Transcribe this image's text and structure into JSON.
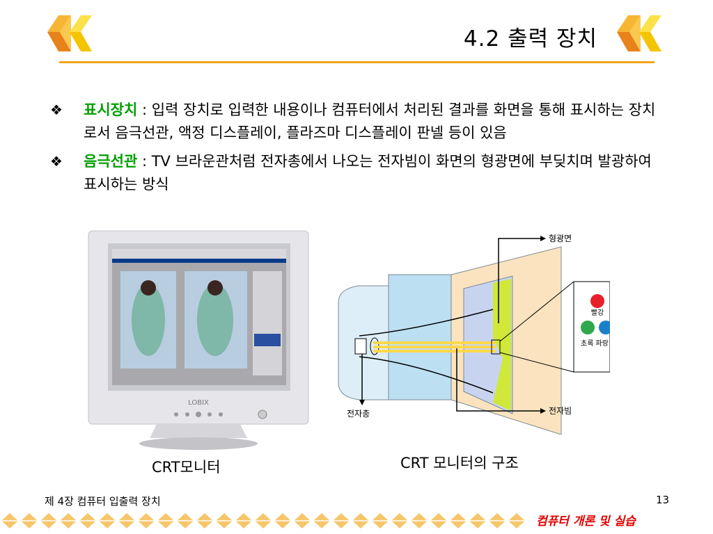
{
  "slide": {
    "title": "4.2 출력 장치",
    "bullets": [
      {
        "key": "표시장치",
        "text": " : 입력 장치로 입력한 내용이나 컴퓨터에서 처리된 결과를 화면을 통해 표시하는 장치로서 음극선관, 액정 디스플레이, 플라즈마 디스플레이 판넬 등이 있음"
      },
      {
        "key": "음극선관",
        "text": " : TV 브라운관처럼 전자총에서 나오는 전자빔이 화면의 형광면에 부딪치며 발광하여 표시하는 방식"
      }
    ],
    "bullet_symbol": "❖"
  },
  "monitor": {
    "brand": "LOBIX",
    "caption": "CRT모니터"
  },
  "crt_diagram": {
    "caption": "CRT 모니터의 구조",
    "labels": {
      "screen": "형광면",
      "gun": "전자총",
      "beam": "전자빔",
      "red": "빨강",
      "green_blue": "초록  파랑"
    },
    "colors": {
      "red": "#e8202a",
      "green": "#2ea84a",
      "blue": "#1a7fc8"
    }
  },
  "footer": {
    "chapter": "제 4장 컴퓨터 입출력 장치",
    "page": "13",
    "course": "컴퓨터 개론 및 실습"
  },
  "theme": {
    "accent": "#f0a418",
    "highlight": "#00a000",
    "course_color": "#e30000"
  }
}
